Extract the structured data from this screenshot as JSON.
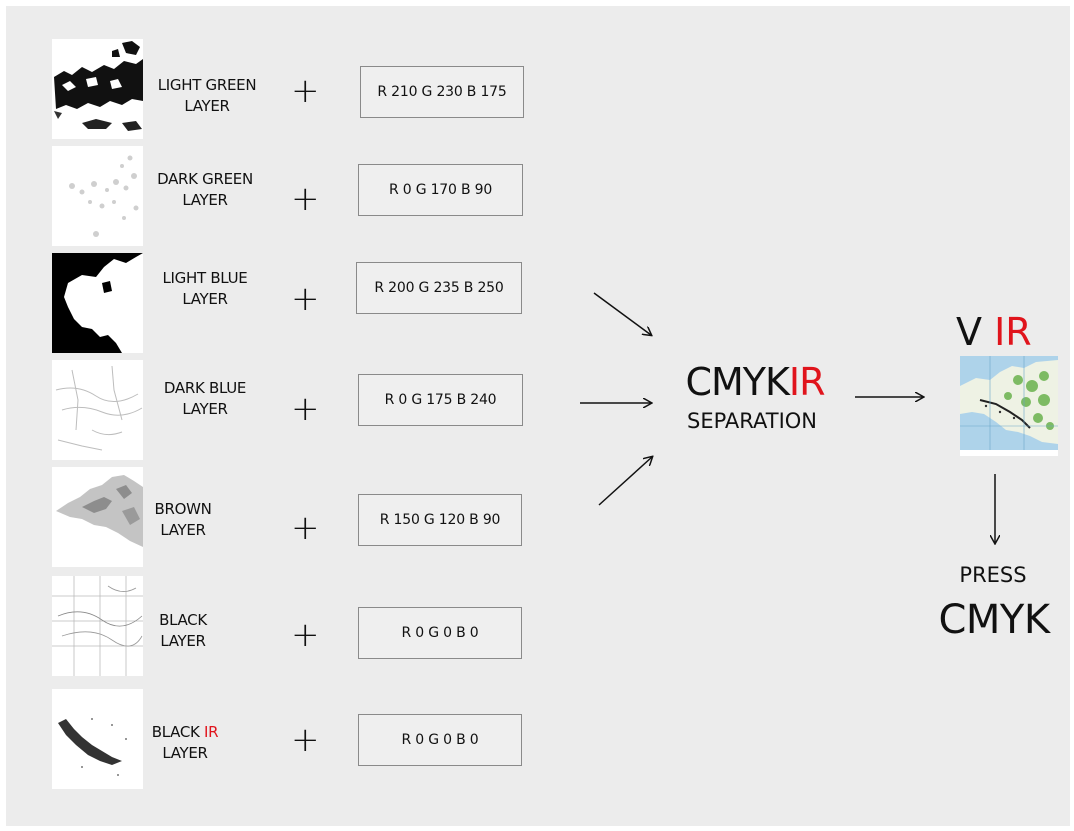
{
  "layers": [
    {
      "name_line1": "LIGHT GREEN",
      "name_ir": "",
      "name_line2": "LAYER",
      "rgb": "R 210 G 230 B 175",
      "thumb_icon": "light-green-layer-thumbnail"
    },
    {
      "name_line1": "DARK GREEN",
      "name_ir": "",
      "name_line2": "LAYER",
      "rgb": "R 0 G 170 B 90",
      "thumb_icon": "dark-green-layer-thumbnail"
    },
    {
      "name_line1": "LIGHT BLUE",
      "name_ir": "",
      "name_line2": "LAYER",
      "rgb": "R 200 G 235 B 250",
      "thumb_icon": "light-blue-layer-thumbnail"
    },
    {
      "name_line1": "DARK BLUE",
      "name_ir": "",
      "name_line2": "LAYER",
      "rgb": "R 0 G 175 B 240",
      "thumb_icon": "dark-blue-layer-thumbnail"
    },
    {
      "name_line1": "BROWN",
      "name_ir": "",
      "name_line2": "LAYER",
      "rgb": "R 150 G 120 B 90",
      "thumb_icon": "brown-layer-thumbnail"
    },
    {
      "name_line1": "BLACK",
      "name_ir": "",
      "name_line2": "LAYER",
      "rgb": "R 0 G 0 B 0",
      "thumb_icon": "black-layer-thumbnail"
    },
    {
      "name_line1": "BLACK ",
      "name_ir": "IR",
      "name_line2": "LAYER",
      "rgb": "R 0 G 0 B 0",
      "thumb_icon": "black-ir-layer-thumbnail"
    }
  ],
  "plus_symbol": "+",
  "separation": {
    "title_black": "CMYK",
    "title_red": "IR",
    "subtitle": "SEPARATION"
  },
  "output": {
    "title_black": "V ",
    "title_red": "IR",
    "press_label": "PRESS",
    "press_mode": "CMYK"
  },
  "colors": {
    "accent_red": "#e0141c",
    "background": "#ececec"
  }
}
